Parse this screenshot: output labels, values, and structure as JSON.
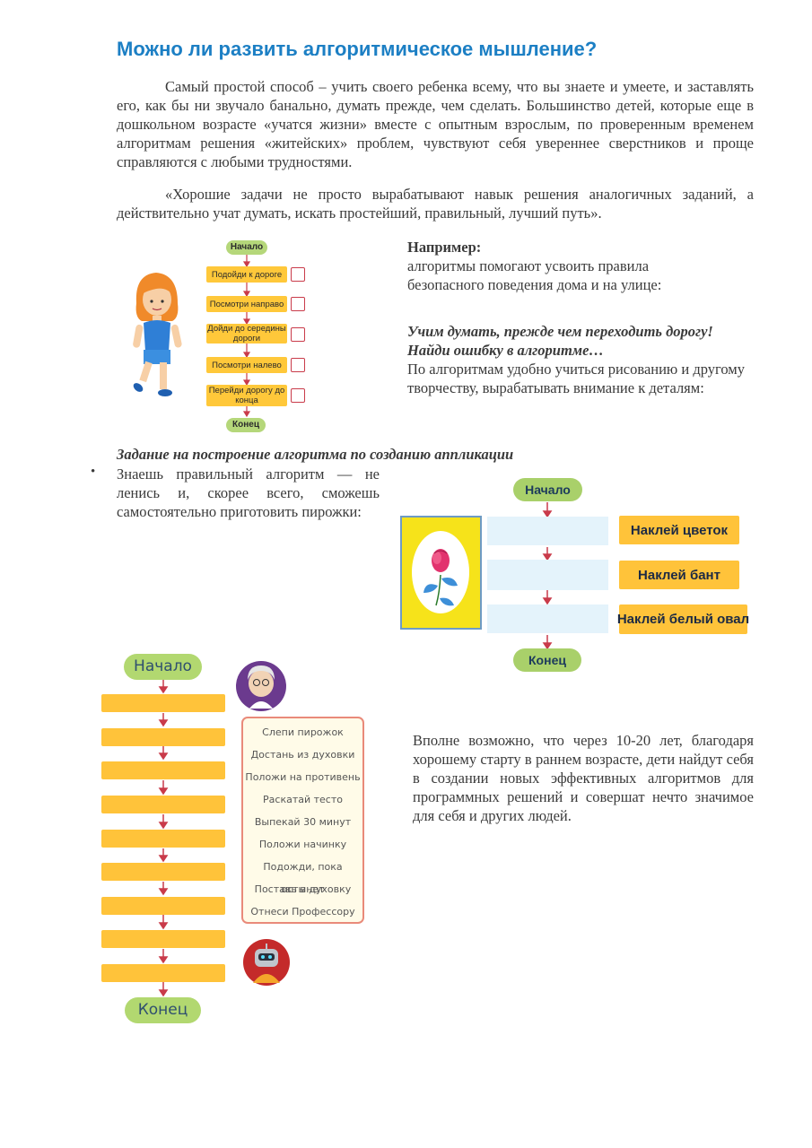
{
  "title": "Можно ли развить алгоритмическое мышление?",
  "paragraph1": "Самый простой способ – учить своего ребенка всему, что вы знаете и умеете, и заставлять его, как бы ни звучало банально, думать прежде, чем сделать. Большинство детей, которые еще в дошкольном возрасте «учатся жизни» вместе с опытным взрослым, по проверенным временем алгоритмам решения «житейских» проблем, чувствуют себя увереннее сверстников и проще справляются с любыми трудностями.",
  "paragraph2": "«Хорошие задачи не просто вырабатывают навык решения аналогичных заданий, а действительно учат думать, искать простейший, правильный, лучший путь».",
  "flow1": {
    "start": "Начало",
    "steps": [
      "Подойди к дороге",
      "Посмотри направо",
      "Дойди до середины дороги",
      "Посмотри налево",
      "Перейди дорогу до конца"
    ],
    "end": "Конец"
  },
  "example": {
    "heading": "Например:",
    "text": "алгоритмы помогают усвоить правила безопасного поведения дома и на улице:",
    "italic1": "Учим думать, прежде чем переходить дорогу!",
    "italic2": "Найди ошибку в алгоритме…",
    "text2": "По алгоритмам удобно учиться рисованию и другому творчеству, вырабатывать внимание к деталям:"
  },
  "task_heading": "Задание на построение алгоритма по созданию аппликации",
  "bullet_text": "Знаешь правильный алгоритм — не ленись и, скорее всего, сможешь самостоятельно приготовить пирожки:",
  "bullet_symbol": "•",
  "flow2": {
    "start": "Начало",
    "options": [
      "Наклей цветок",
      "Наклей бант",
      "Наклей белый овал"
    ],
    "end": "Конец"
  },
  "flow3": {
    "start": "Начало",
    "end": "Конец",
    "bar_count": 9,
    "steps": [
      "Слепи пирожок",
      "Достань из духовки",
      "Положи на противень",
      "Раскатай тесто",
      "Выпекай 30 минут",
      "Положи начинку",
      "Подожди, пока  остынет",
      "Поставь в духовку",
      "Отнеси Профессору"
    ]
  },
  "closing": "Вполне возможно, что через 10-20 лет, благодаря хорошему старту в раннем возрасте, дети найдут себя в создании новых эффективных алгоритмов для программных решений и совершат нечто значимое для себя и других людей.",
  "colors": {
    "title": "#1c7fc4",
    "pill_green": "#b5d77a",
    "box_yellow": "#ffc83a",
    "arrow_red": "#c93b4a",
    "checkbox": "#c93b4a",
    "empty_box": "#e4f3fb",
    "steps_border": "#e98a7a"
  }
}
